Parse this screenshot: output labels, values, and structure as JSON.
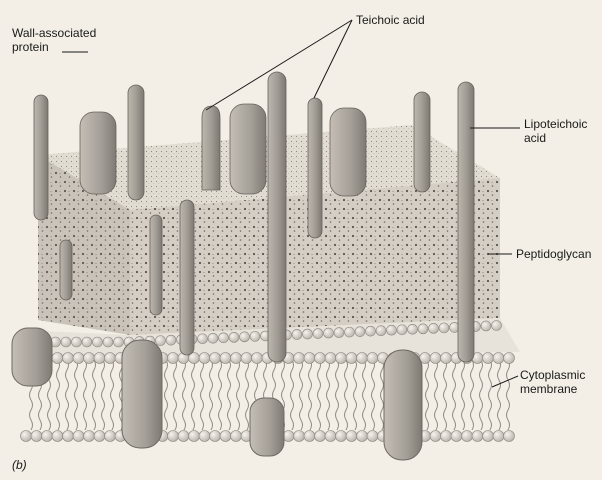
{
  "labels": {
    "wall_associated_protein_line1": "Wall-associated",
    "wall_associated_protein_line2": "protein",
    "teichoic_acid": "Teichoic acid",
    "lipoteichoic_acid_line1": "Lipoteichoic",
    "lipoteichoic_acid_line2": "acid",
    "peptidoglycan": "Peptidoglycan",
    "cytoplasmic_membrane_line1": "Cytoplasmic",
    "cytoplasmic_membrane_line2": "membrane",
    "panel": "(b)"
  },
  "colors": {
    "background": "#f3efe6",
    "peptidoglycan_front": "#cfc9bf",
    "peptidoglycan_top": "#e2ddd3",
    "rod": "#9d9890",
    "rod_highlight": "#bdb7ae",
    "membrane_bead": "#dcd7cf",
    "membrane_tail": "#8f8a82",
    "protein": "#a8a39b"
  }
}
